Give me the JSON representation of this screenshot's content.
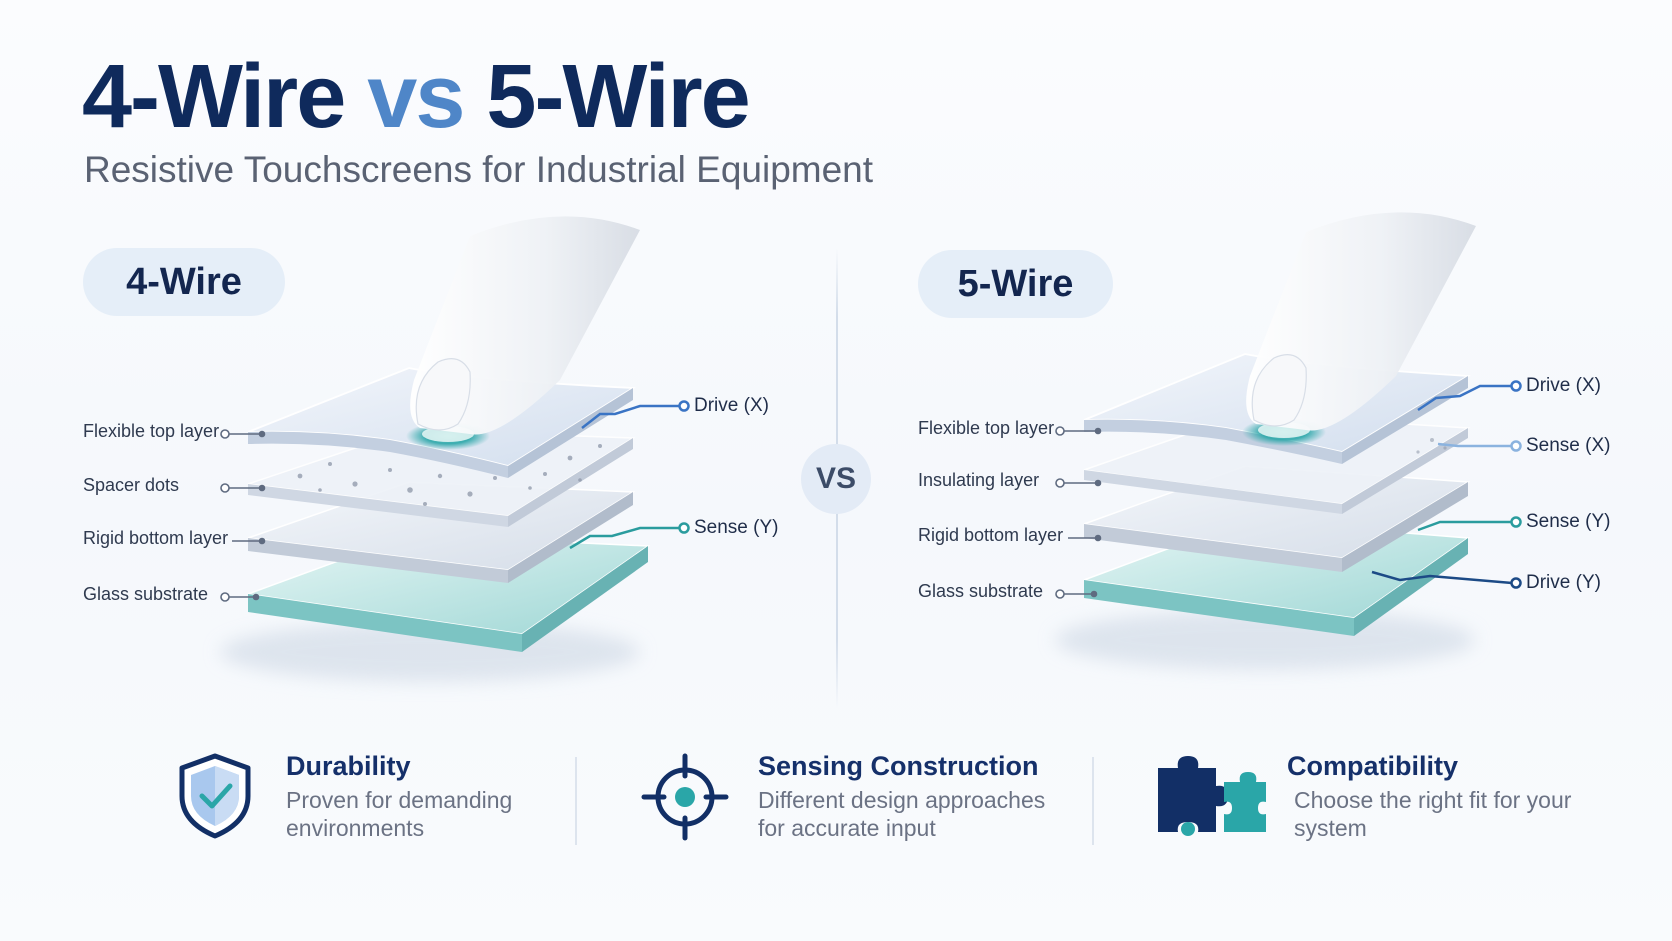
{
  "header": {
    "title_part1": "4-Wire",
    "title_vs": "vs",
    "title_part2": "5-Wire",
    "subtitle": "Resistive Touchscreens for Industrial Equipment"
  },
  "left_panel": {
    "badge": "4-Wire",
    "layer_labels": [
      "Flexible top layer",
      "Spacer dots",
      "Rigid bottom layer",
      "Glass substrate"
    ],
    "wire_labels": [
      "Drive (X)",
      "Sense (Y)"
    ]
  },
  "vs_badge": "VS",
  "right_panel": {
    "badge": "5-Wire",
    "layer_labels": [
      "Flexible top layer",
      "Insulating layer",
      "Rigid bottom layer",
      "Glass substrate"
    ],
    "wire_labels": [
      "Drive (X)",
      "Sense (X)",
      "Sense (Y)",
      "Drive (Y)"
    ]
  },
  "features": [
    {
      "icon": "shield-check-icon",
      "title": "Durability",
      "text": "Proven for demanding environments"
    },
    {
      "icon": "crosshair-target-icon",
      "title": "Sensing Construction",
      "text": "Different design approaches for accurate input"
    },
    {
      "icon": "puzzle-pieces-icon",
      "title": "Compatibility",
      "text": "Choose the right fit for your system"
    }
  ],
  "colors": {
    "navy": "#0f2a5c",
    "accent_blue": "#4f86c8",
    "teal": "#2aa6a8",
    "badge_bg": "#e5eef8"
  }
}
